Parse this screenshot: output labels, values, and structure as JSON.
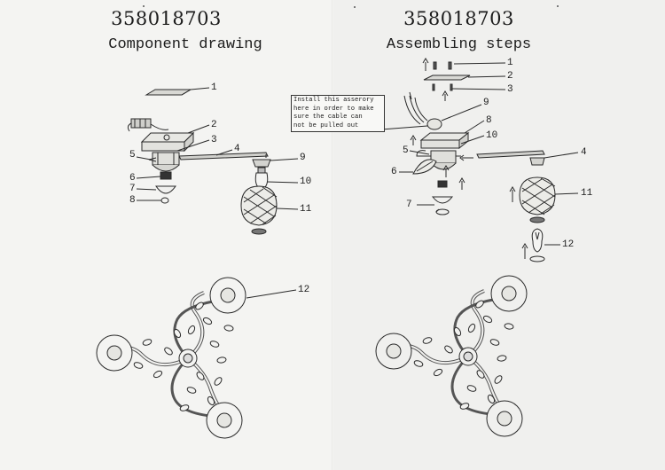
{
  "left_page": {
    "doc_number": "358018703",
    "heading": "Component drawing",
    "callouts": [
      "1",
      "2",
      "3",
      "4",
      "5",
      "6",
      "7",
      "8",
      "9",
      "10",
      "11",
      "12"
    ]
  },
  "right_page": {
    "doc_number": "358018703",
    "heading": "Assembling steps",
    "callouts": [
      "1",
      "2",
      "3",
      "9",
      "8",
      "10",
      "5",
      "6",
      "4",
      "11",
      "7",
      "12"
    ],
    "note_lines": [
      "Install this asserory",
      "here in order to make",
      "sure the cable can",
      "not be pulled out"
    ]
  }
}
